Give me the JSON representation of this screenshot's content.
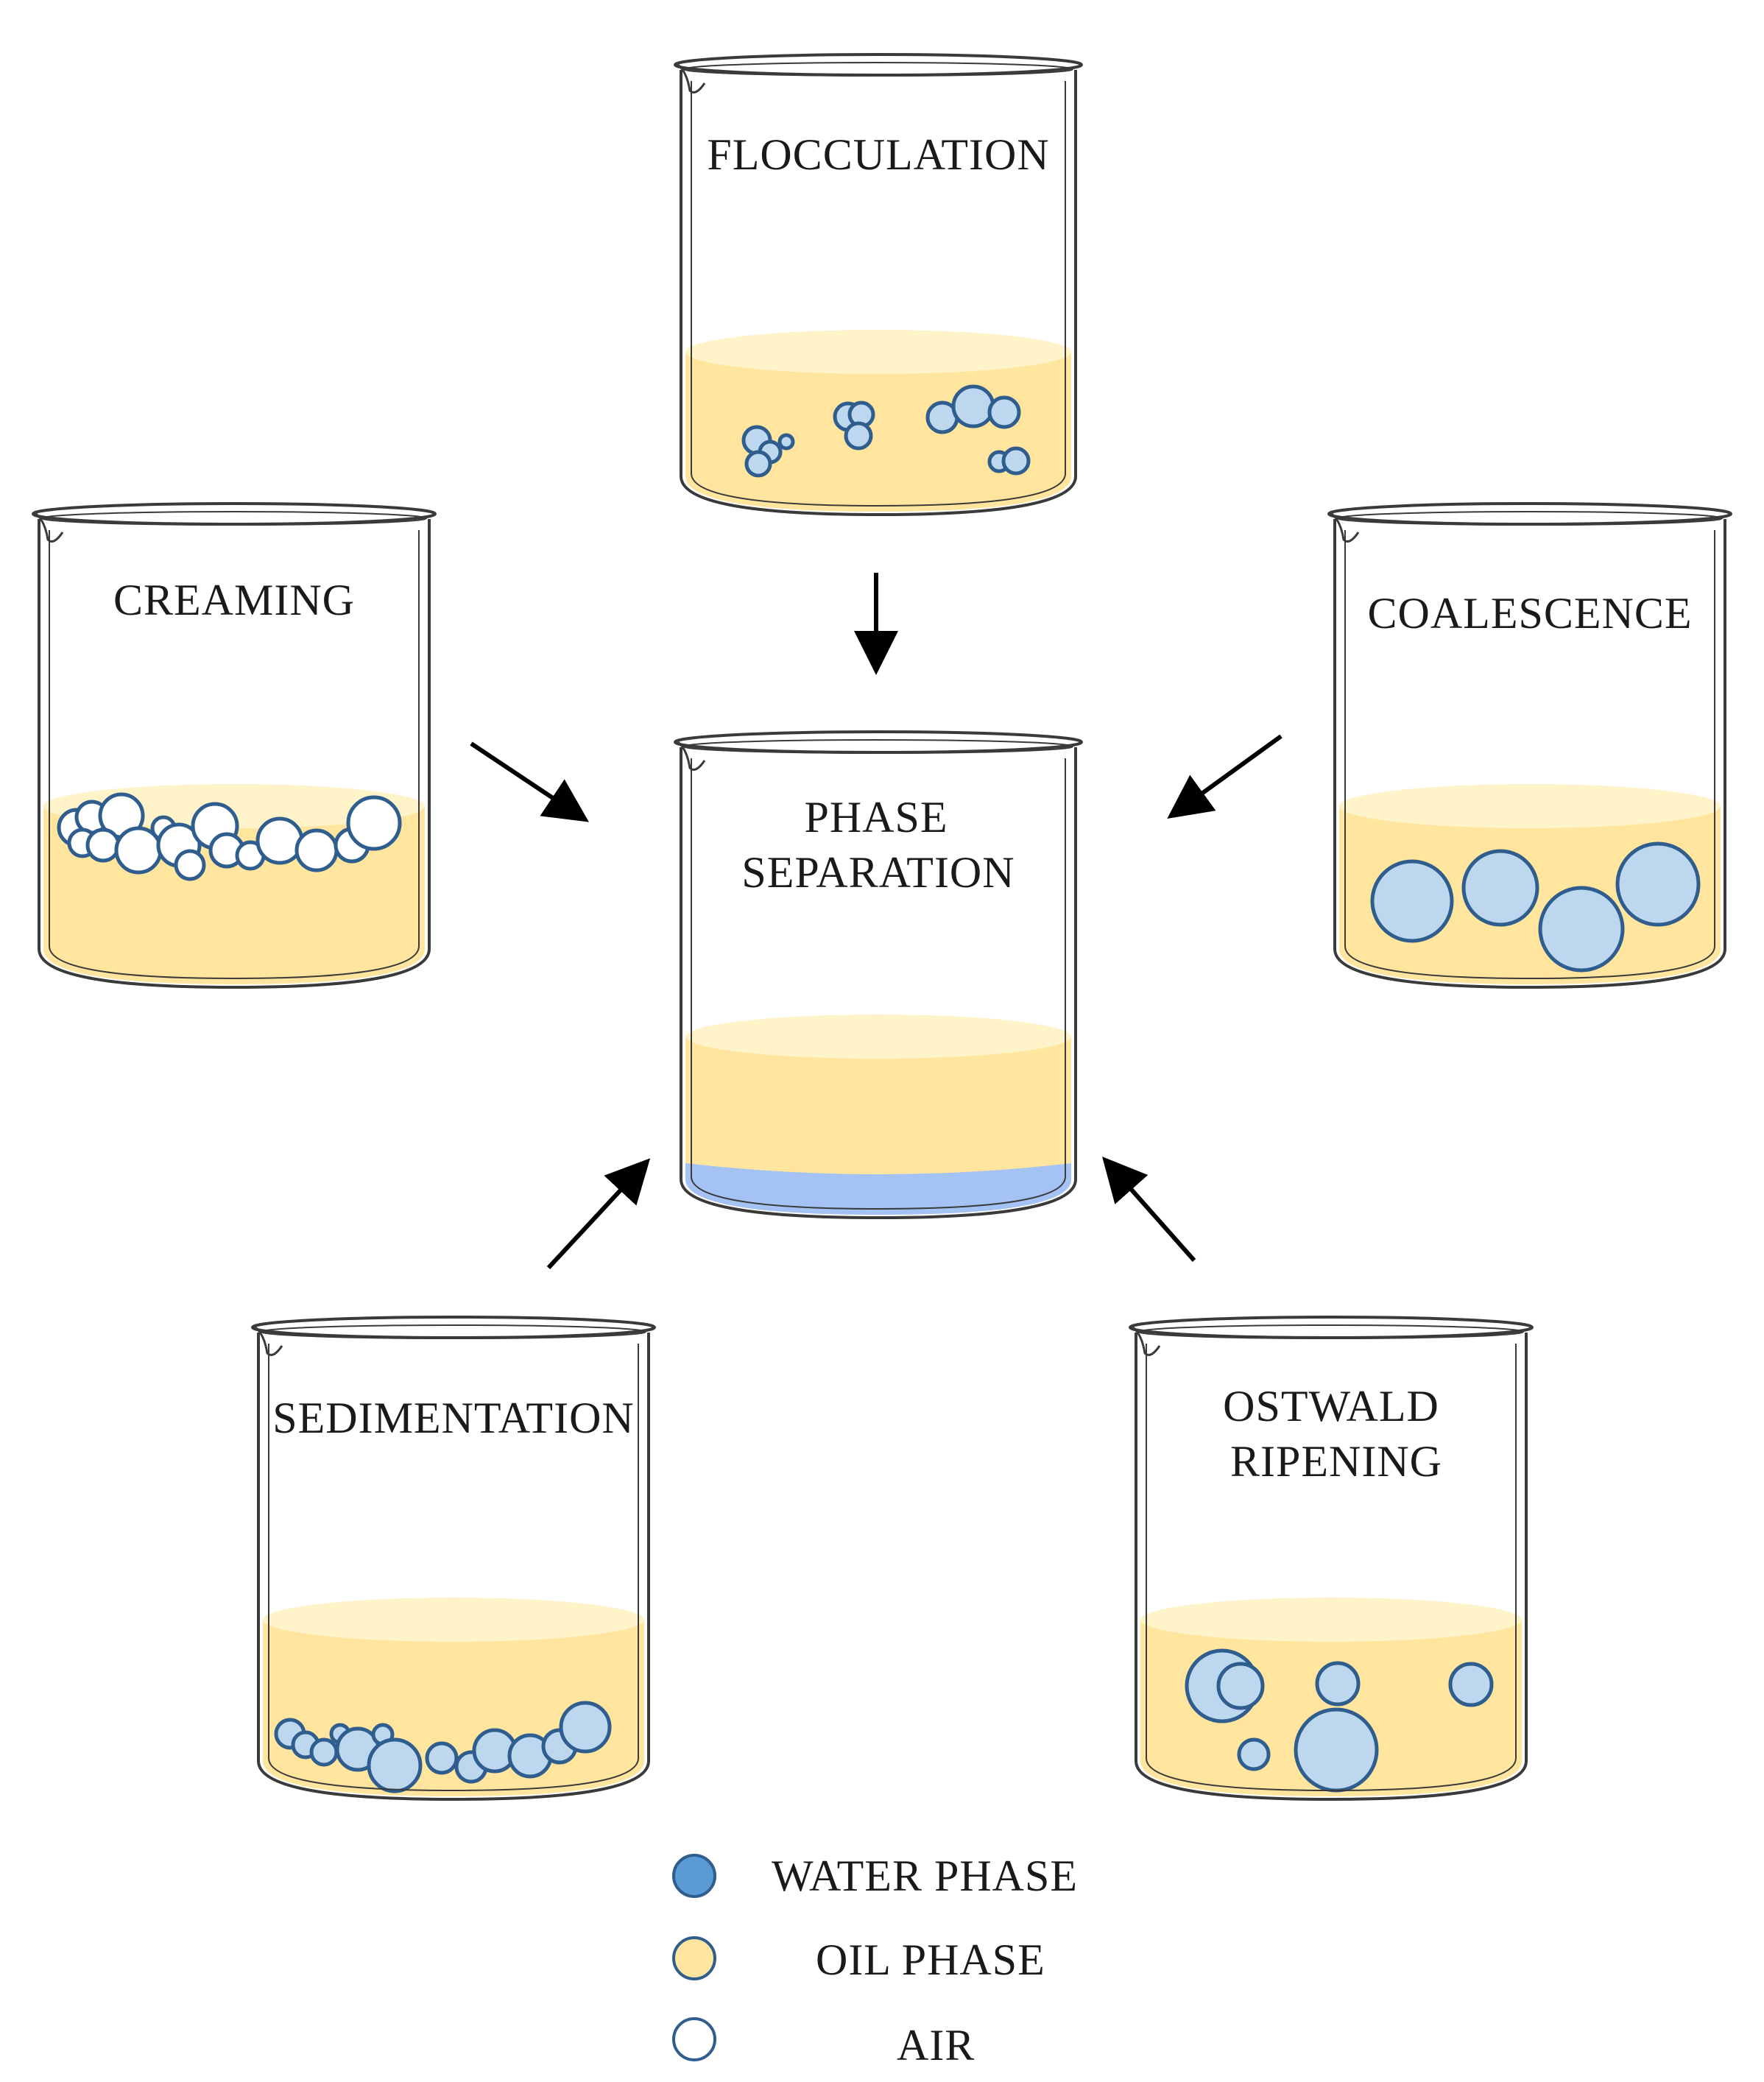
{
  "colors": {
    "water": "#5b9bd5",
    "water_layer": "#a4c2f4",
    "oil": "#ffe59e",
    "oil_surface": "#fff3c9",
    "droplet_fill": "#bdd7ee",
    "droplet_stroke": "#2e5d8e",
    "air": "#ffffff",
    "outline": "#3a3a3a",
    "arrow": "#000000"
  },
  "beakers": {
    "flocculation": {
      "label": "FLOCCULATION"
    },
    "creaming": {
      "label": "CREAMING"
    },
    "coalescence": {
      "label": "COALESCENCE"
    },
    "phase_separation": {
      "label_line1": "PHASE",
      "label_line2": "SEPARATION"
    },
    "sedimentation": {
      "label": "SEDIMENTATION"
    },
    "ostwald_ripening": {
      "label_line1": "OSTWALD",
      "label_line2": "RIPENING"
    }
  },
  "legend": {
    "items": [
      {
        "label": "WATER PHASE",
        "color_key": "water"
      },
      {
        "label": "OIL PHASE",
        "color_key": "oil"
      },
      {
        "label": "AIR",
        "color_key": "air"
      }
    ]
  }
}
